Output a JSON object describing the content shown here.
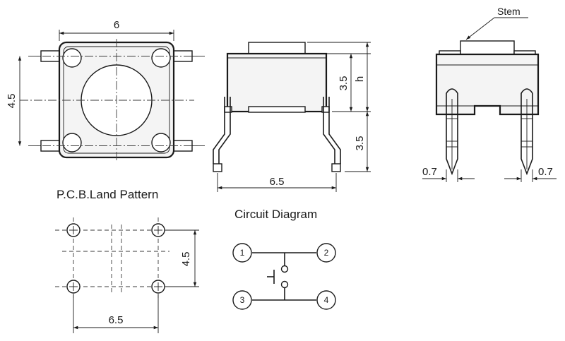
{
  "top_view": {
    "width_dim": "6",
    "height_dim": "4.5"
  },
  "side_view": {
    "stem_height_dim": "3.5",
    "h_label": "h",
    "lead_dim": "3.5",
    "pitch_dim": "6.5"
  },
  "front_view": {
    "stem_label": "Stem",
    "pin_left_dim": "0.7",
    "pin_right_dim": "0.7"
  },
  "pcb": {
    "title": "P.C.B.Land Pattern",
    "height_dim": "4.5",
    "width_dim": "6.5"
  },
  "circuit": {
    "title": "Circuit Diagram",
    "nodes": [
      "1",
      "2",
      "3",
      "4"
    ]
  }
}
